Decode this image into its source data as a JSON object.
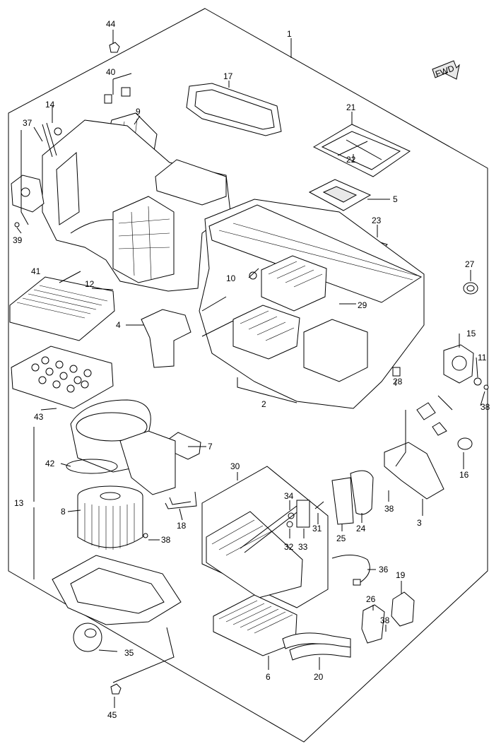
{
  "callouts": {
    "c1": "1",
    "c2": "2",
    "c3": "3",
    "c4": "4",
    "c5": "5",
    "c6": "6",
    "c7": "7",
    "c8": "8",
    "c9": "9",
    "c10": "10",
    "c11": "11",
    "c12": "12",
    "c13": "13",
    "c14": "14",
    "c15": "15",
    "c16": "16",
    "c17": "17",
    "c18": "18",
    "c19": "19",
    "c20": "20",
    "c21": "21",
    "c22": "22",
    "c23": "23",
    "c24": "24",
    "c25": "25",
    "c26": "26",
    "c27": "27",
    "c28": "28",
    "c29": "29",
    "c30": "30",
    "c31": "31",
    "c32": "32",
    "c33": "33",
    "c34": "34",
    "c35": "35",
    "c36": "36",
    "c37": "37",
    "c38a": "38",
    "c38b": "38",
    "c38c": "38",
    "c38d": "38",
    "c39": "39",
    "c40": "40",
    "c41": "41",
    "c42": "42",
    "c43": "43",
    "c44": "44",
    "c45": "45"
  },
  "front_indicator": "FWD"
}
